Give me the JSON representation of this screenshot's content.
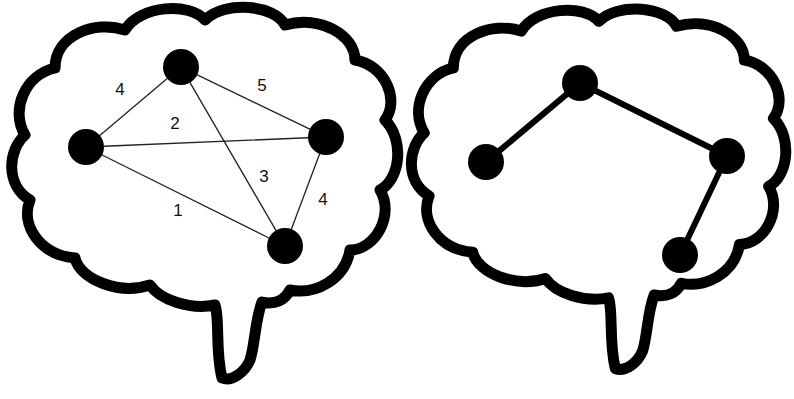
{
  "diagram": {
    "nodes": [
      {
        "text": []
      },
      {
        "text": []
      },
      {
        "text": []
      },
      {
        "text": []
      },
      {
        "text": []
      },
      {
        "text": []
      },
      {
        "text": []
      },
      {
        "text": []
      }
    ],
    "edges": [
      {
        "from": 0,
        "to": 1,
        "arrow": "none",
        "label": "4"
      },
      {
        "from": 0,
        "to": 2,
        "arrow": "none",
        "label": "5"
      },
      {
        "from": 1,
        "to": 2,
        "arrow": "none",
        "label": "2"
      },
      {
        "from": 0,
        "to": 3,
        "arrow": "none",
        "label": "3"
      },
      {
        "from": 1,
        "to": 3,
        "arrow": "none",
        "label": "1"
      },
      {
        "from": 2,
        "to": 3,
        "arrow": "none",
        "label": "4"
      },
      {
        "from": 5,
        "to": 4,
        "arrow": "none"
      },
      {
        "from": 4,
        "to": 6,
        "arrow": "none"
      },
      {
        "from": 6,
        "to": 7,
        "arrow": "none"
      }
    ]
  }
}
